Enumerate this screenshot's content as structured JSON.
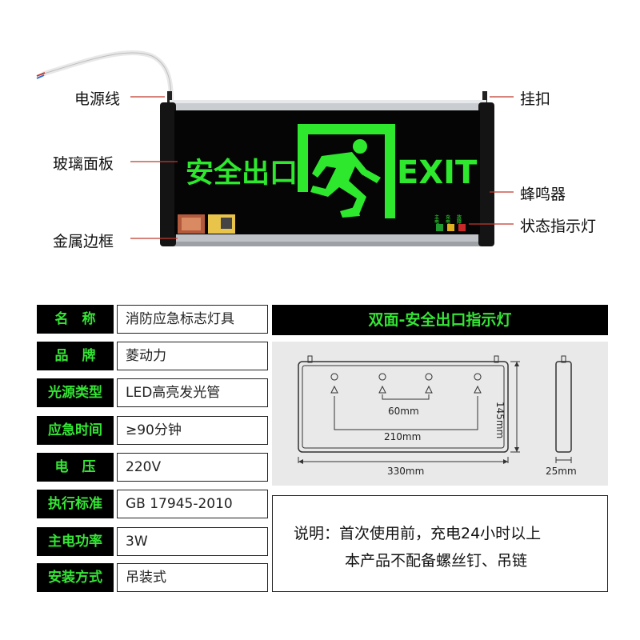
{
  "sign": {
    "text_cn": "安全出口",
    "text_en": "EXIT",
    "indicator_labels": [
      "主电",
      "充电",
      "故障"
    ],
    "colors": {
      "glow": "#2ee82e",
      "panel": "#050505",
      "frame": "#c8ccd0"
    }
  },
  "callouts": {
    "power_cord": "电源线",
    "glass_panel": "玻璃面板",
    "metal_frame": "金属边框",
    "hanger": "挂扣",
    "buzzer": "蜂鸣器",
    "status_light": "状态指示灯"
  },
  "specs": [
    {
      "key": "名　称",
      "value": "消防应急标志灯具"
    },
    {
      "key": "品　牌",
      "value": "菱动力"
    },
    {
      "key": "光源类型",
      "value": "LED高亮发光管"
    },
    {
      "key": "应急时间",
      "value": "≥90分钟"
    },
    {
      "key": "电　压",
      "value": "220V"
    },
    {
      "key": "执行标准",
      "value": "GB 17945-2010"
    },
    {
      "key": "主电功率",
      "value": "3W"
    },
    {
      "key": "安装方式",
      "value": "吊装式"
    }
  ],
  "diagram": {
    "title": "双面-安全出口指示灯",
    "dims": {
      "inner_small": "60mm",
      "inner_large": "210mm",
      "width": "330mm",
      "height": "145mm",
      "depth": "25mm"
    }
  },
  "note": {
    "line1": "说明：首次使用前，充电24小时以上",
    "line2": "本产品不配备螺丝钉、吊链"
  }
}
